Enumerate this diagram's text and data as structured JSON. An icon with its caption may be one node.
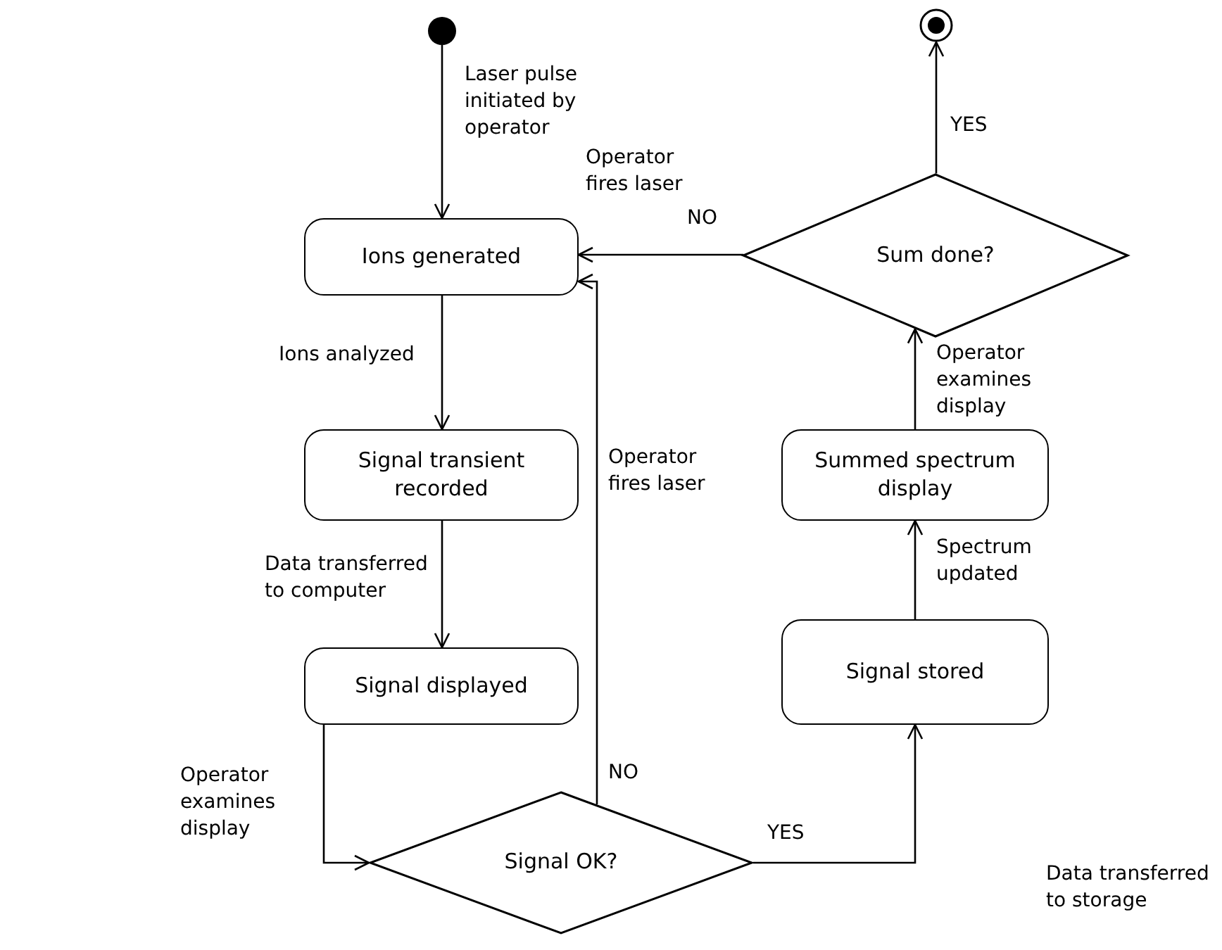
{
  "diagram": {
    "nodes": [
      {
        "text": [],
        "shape": "circle"
      },
      {
        "text": [
          "Ions generated"
        ]
      },
      {
        "text": [
          "Signal transient recorded"
        ]
      },
      {
        "text": [
          "Signal displayed"
        ]
      },
      {
        "text": [
          "Signal OK?"
        ]
      },
      {
        "text": [
          "Signal stored"
        ]
      },
      {
        "text": [
          "Summed spectrum display"
        ]
      },
      {
        "text": [
          "Sum done?"
        ]
      },
      {
        "text": [],
        "shape": "circle"
      }
    ],
    "edges": [
      {
        "from": 0,
        "to": 1,
        "arrow": "to",
        "label": "Laser pulse initiated by operator"
      },
      {
        "from": 1,
        "to": 2,
        "arrow": "to",
        "label": "Ions analyzed"
      },
      {
        "from": 2,
        "to": 3,
        "arrow": "to",
        "label": "Data transferred to computer"
      },
      {
        "from": 3,
        "to": 4,
        "arrow": "to",
        "label": "Operator examines display"
      },
      {
        "from": 4,
        "to": 1,
        "arrow": "to",
        "label": "NO"
      },
      {
        "from": 4,
        "to": 5,
        "arrow": "to",
        "label": "YES"
      },
      {
        "from": 5,
        "to": 6,
        "arrow": "to",
        "label": "Spectrum updated"
      },
      {
        "from": 6,
        "to": 7,
        "arrow": "to",
        "label": "Operator examines display"
      },
      {
        "from": 7,
        "to": 1,
        "arrow": "to",
        "label": "NO"
      },
      {
        "from": 7,
        "to": 8,
        "arrow": "to",
        "label": "YES"
      }
    ],
    "labels": [
      "Operator fires laser",
      "Operator fires laser",
      "Data transferred to storage"
    ]
  }
}
